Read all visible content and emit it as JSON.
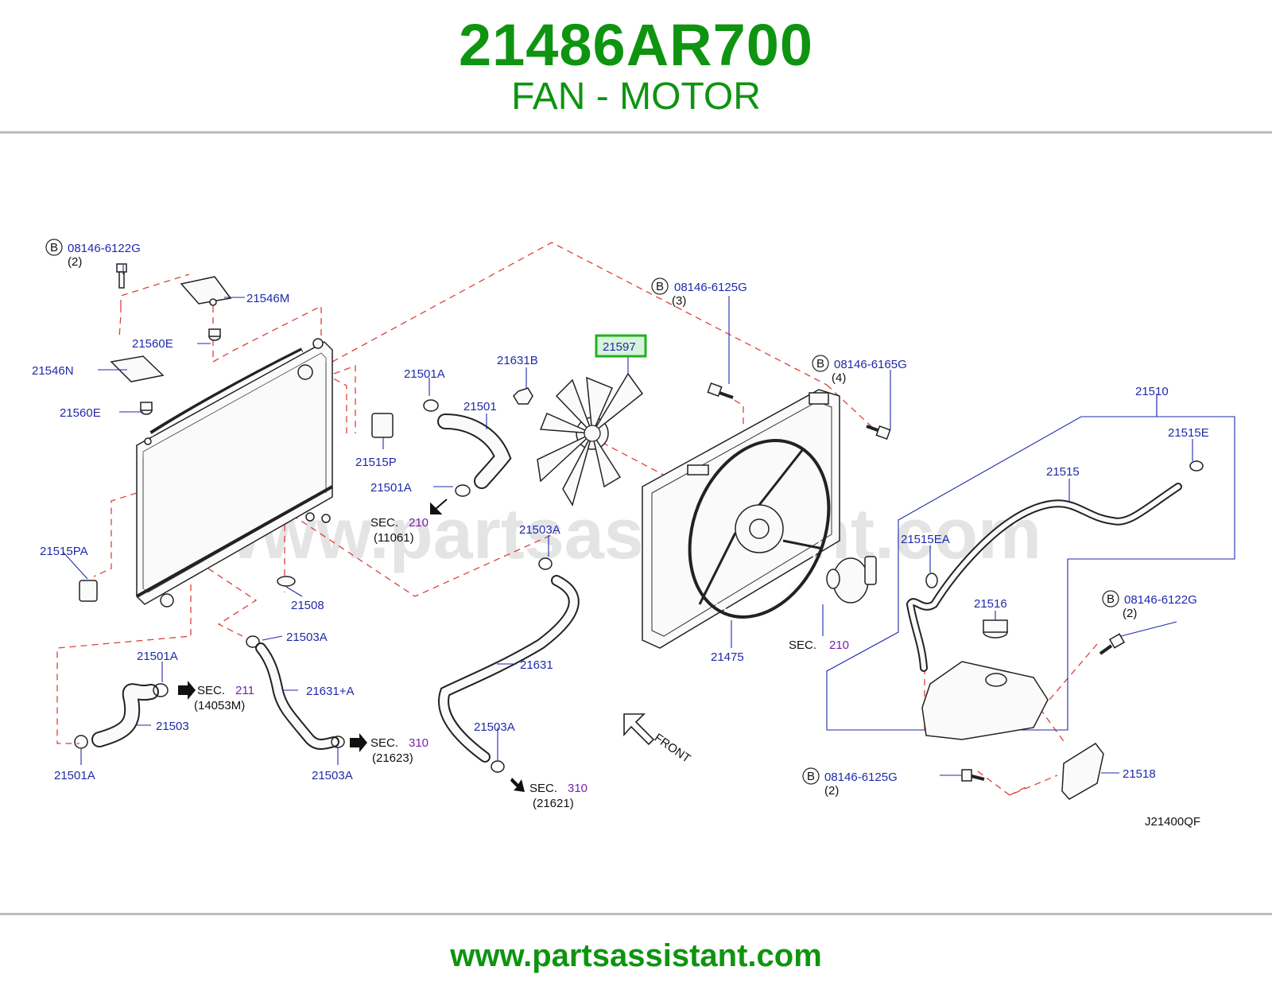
{
  "header": {
    "part_number": "21486AR700",
    "part_name": "FAN - MOTOR"
  },
  "footer": {
    "url": "www.partsassistant.com"
  },
  "watermark": "www.partsassistant.com",
  "diagram_code": "J21400QF",
  "front_label": "FRONT",
  "highlight_color": "#22b022",
  "brand_color": "#0e9410",
  "labels": {
    "bolt_6122g_a": "08146-6122G",
    "qty_2_a": "(2)",
    "l_21546m": "21546M",
    "l_21560e_a": "21560E",
    "l_21546n": "21546N",
    "l_21560e_b": "21560E",
    "l_21515pa": "21515PA",
    "l_21515p": "21515P",
    "l_21501a_a": "21501A",
    "l_21501": "21501",
    "l_21501a_b": "21501A",
    "l_21631b": "21631B",
    "l_21597": "21597",
    "bolt_6125g_a": "08146-6125G",
    "qty_3": "(3)",
    "bolt_6165g": "08146-6165G",
    "qty_4": "(4)",
    "l_21510": "21510",
    "l_21515e": "21515E",
    "l_21515": "21515",
    "l_21515ea": "21515EA",
    "l_21516": "21516",
    "bolt_6122g_b": "08146-6122G",
    "qty_2_b": "(2)",
    "l_21503a_a": "21503A",
    "l_21508": "21508",
    "l_21503a_b": "21503A",
    "l_21501a_c": "21501A",
    "l_21631pa": "21631+A",
    "l_21503": "21503",
    "l_21501a_d": "21501A",
    "l_21503a_c": "21503A",
    "l_21631": "21631",
    "l_21503a_d": "21503A",
    "l_21475": "21475",
    "bolt_6125g_b": "08146-6125G",
    "qty_2_c": "(2)",
    "l_21518": "21518",
    "bolt_badge": "B"
  },
  "sections": {
    "sec_word": "SEC.",
    "s210_a": "210",
    "s210_a_ref": "(11061)",
    "s211": "211",
    "s211_ref": "(14053M)",
    "s310_a": "310",
    "s310_a_ref": "(21623)",
    "s310_b": "310",
    "s310_b_ref": "(21621)",
    "s210_b": "210"
  }
}
